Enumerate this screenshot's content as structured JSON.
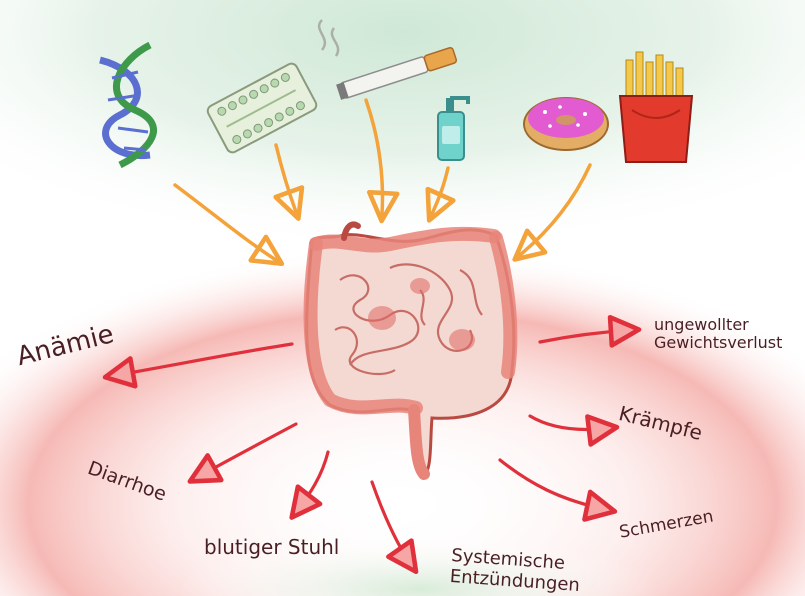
{
  "center": {
    "icon": "intestine-icon"
  },
  "causes": [
    {
      "icon": "dna-icon"
    },
    {
      "icon": "pill-pack-icon"
    },
    {
      "icon": "cigarette-icon"
    },
    {
      "icon": "soap-dispenser-icon"
    },
    {
      "icon": "donut-icon"
    },
    {
      "icon": "fries-icon"
    }
  ],
  "symptoms": {
    "anaemia": "Anämie",
    "diarrhea": "Diarrhoe",
    "bloody_stool": "blutiger Stuhl",
    "systemic_line1": "Systemische",
    "systemic_line2": "Entzündungen",
    "pain": "Schmerzen",
    "cramps": "Krämpfe",
    "weight_loss_line1": "ungewollter",
    "weight_loss_line2": "Gewichtsverlust"
  },
  "colors": {
    "cause_arrow": "#f4a23a",
    "symptom_arrow": "#e0303c",
    "text": "#4a1f24",
    "intestine": "#e8857a"
  }
}
